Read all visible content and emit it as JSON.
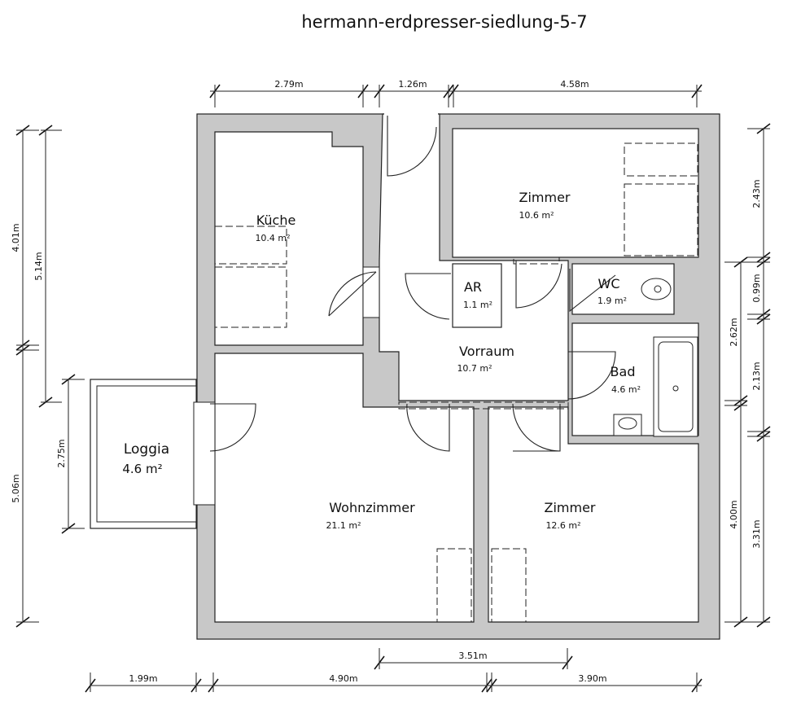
{
  "title": "hermann-erdpresser-siedlung-5-7",
  "rooms": {
    "kueche": {
      "name": "Küche",
      "area": "10.4 m²"
    },
    "zimmer_north": {
      "name": "Zimmer",
      "area": "10.6 m²"
    },
    "ar": {
      "name": "AR",
      "area": "1.1 m²"
    },
    "wc": {
      "name": "WC",
      "area": "1.9 m²"
    },
    "vorraum": {
      "name": "Vorraum",
      "area": "10.7 m²"
    },
    "bad": {
      "name": "Bad",
      "area": "4.6 m²"
    },
    "loggia": {
      "name": "Loggia",
      "area": "4.6 m²"
    },
    "wohnzimmer": {
      "name": "Wohnzimmer",
      "area": "21.1 m²"
    },
    "zimmer_south": {
      "name": "Zimmer",
      "area": "12.6 m²"
    }
  },
  "dimensions": {
    "top": [
      "2.79m",
      "1.26m",
      "4.58m"
    ],
    "bottom_inner": "3.51m",
    "bottom": [
      "1.99m",
      "4.90m",
      "3.90m"
    ],
    "left_outer": [
      "4.01m",
      "5.06m"
    ],
    "left_inner": [
      "5.14m",
      "2.75m"
    ],
    "right_outer": [
      "2.43m",
      "0.99m",
      "2.13m",
      "3.31m"
    ],
    "right_inner": [
      "2.62m",
      "4.00m"
    ]
  }
}
